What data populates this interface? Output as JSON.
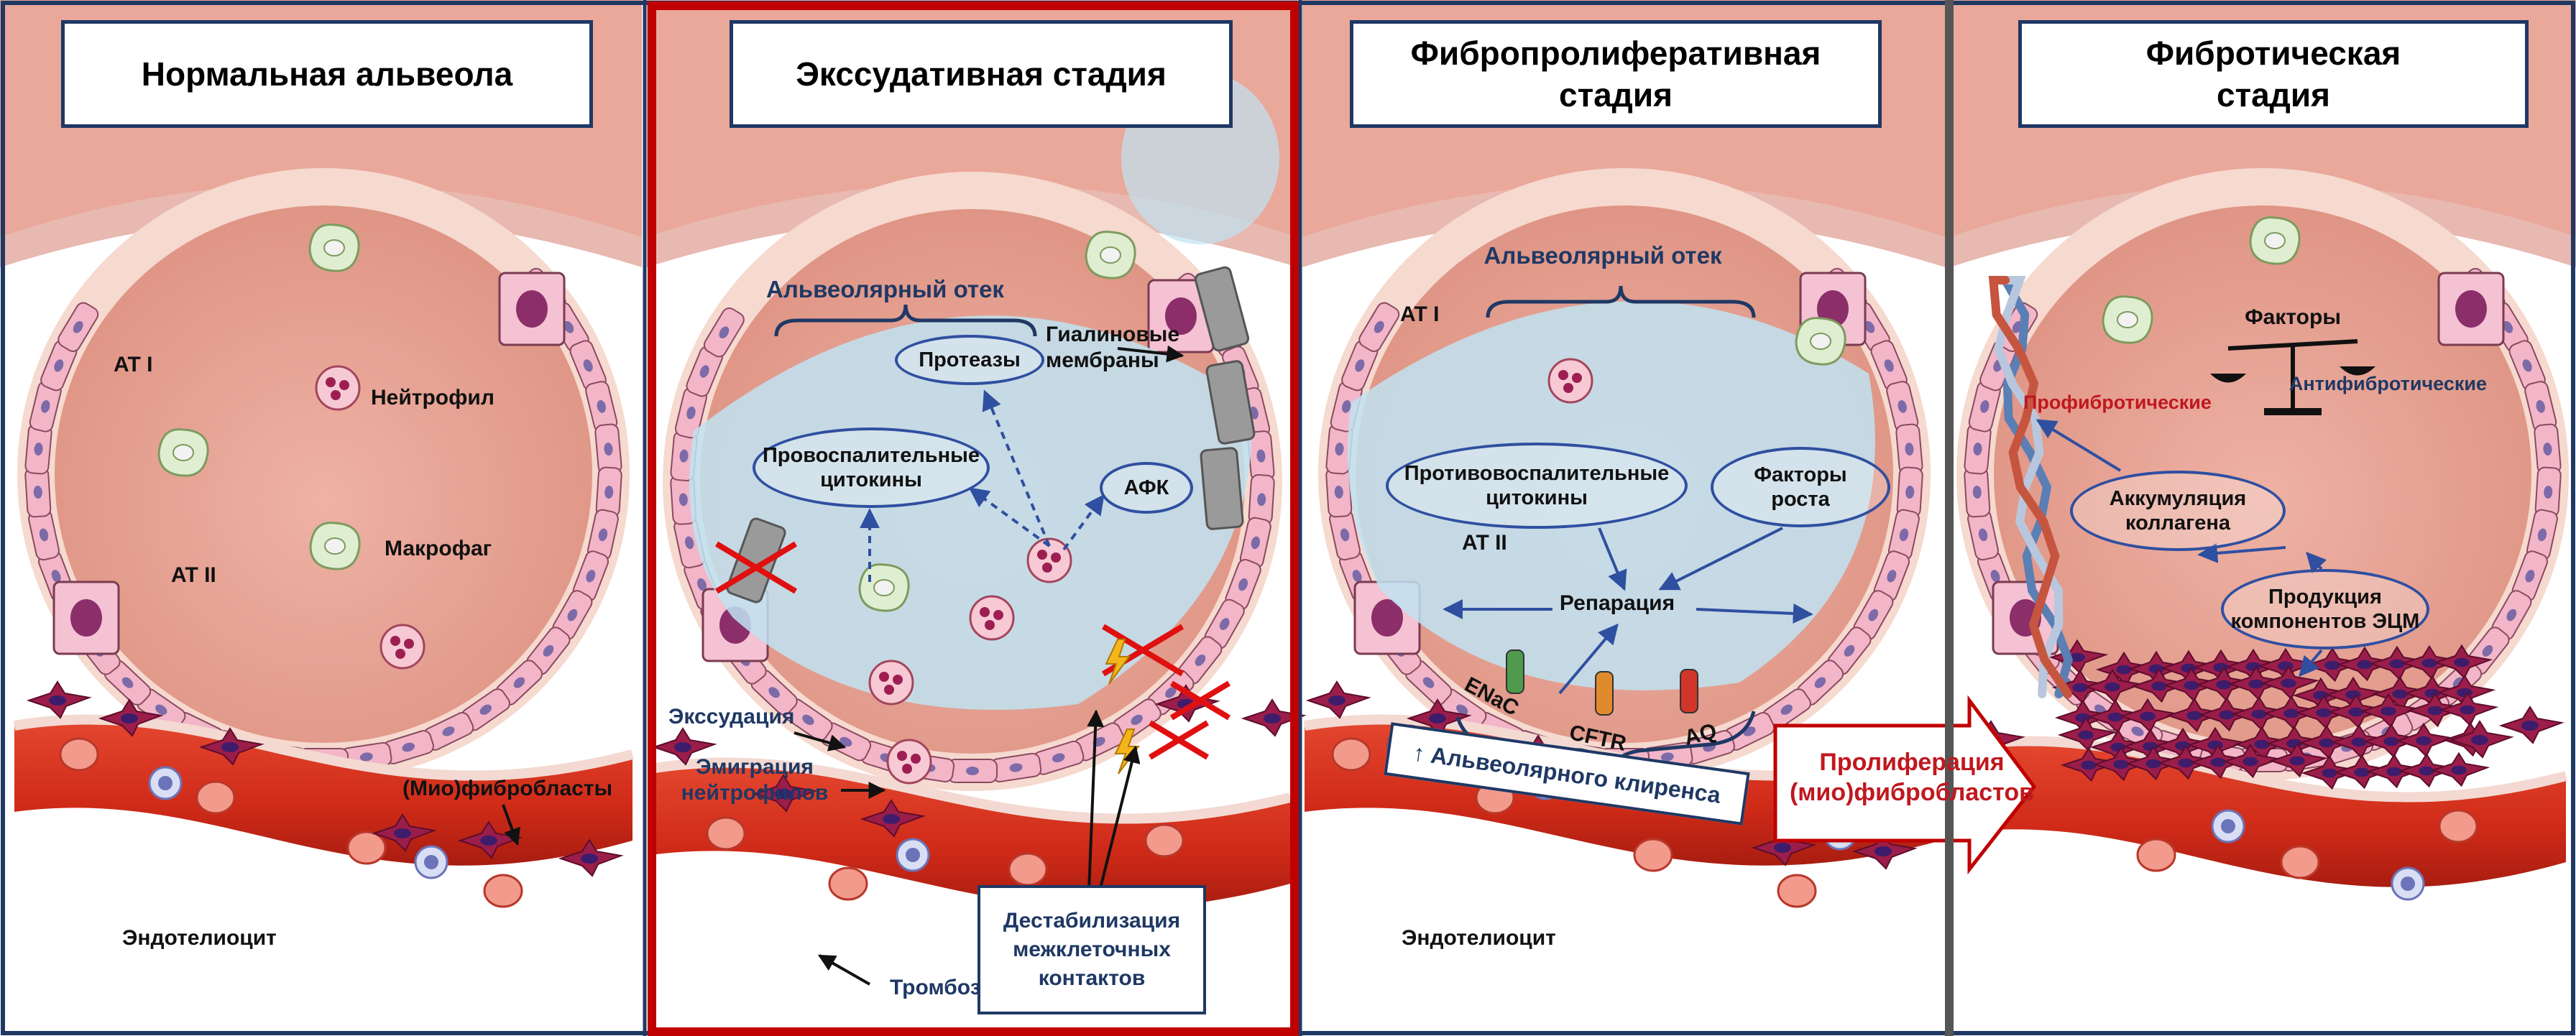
{
  "panels": [
    {
      "title": "Нормальная альвеола"
    },
    {
      "title": "Экссудативная стадия"
    },
    {
      "title": "Фибропролиферативная\nстадия"
    },
    {
      "title": "Фибротическая\nстадия"
    }
  ],
  "panel1": {
    "at1": "AT I",
    "at2": "AT II",
    "neutrophil": "Нейтрофил",
    "macrophage": "Макрофаг",
    "fibroblasts": "(Мио)фибробласты",
    "endotheliocyte": "Эндотелиоцит"
  },
  "panel2": {
    "edema": "Альвеолярный отек",
    "proteases": "Протеазы",
    "hyaline": "Гиалиновые\nмембраны",
    "cytokines": "Провоспалительные\nцитокины",
    "ros": "АФК",
    "exudation": "Экссудация",
    "emigration": "Эмиграция\nнейтрофилов",
    "thrombosis": "Тромбоз",
    "destabilization": "Дестабилизация\nмежклеточных\nконтактов"
  },
  "panel3": {
    "at1": "AT I",
    "at2": "AT II",
    "edema": "Альвеолярный отек",
    "anti_cytokines": "Противовоспалительные\nцитокины",
    "growth_factors": "Факторы\nроста",
    "repair": "Репарация",
    "enac": "ENaC",
    "cftr": "CFTR",
    "aq": "AQ",
    "clearance": "↑ Альвеолярного клиренса",
    "endotheliocyte": "Эндотелиоцит"
  },
  "panel4": {
    "proliferation": "Пролиферация\n(мио)фибробластов",
    "factors": "Факторы",
    "profibrotic": "Профибротические",
    "antifibrotic": "Антифибротические",
    "collagen": "Аккумуляция\nколлагена",
    "ecm": "Продукция\nкомпонентов ЭЦМ"
  },
  "colors": {
    "tissue": "#e9a89a",
    "tissue_dark": "#d98a7c",
    "alveolus_fill": "#e8a294",
    "alveolus_wall": "#f6d9cf",
    "cell_pink": "#f2b6c8",
    "vessel": "#d6321e",
    "vessel_dark": "#a61f14",
    "fibroblast": "#9b1d4a",
    "edema": "#bfe3f2",
    "navy": "#1f3864",
    "oval_blue": "#2f4fa0",
    "highlight_red": "#c00000",
    "cross_red": "#e01010",
    "divider_gray": "#555555"
  }
}
